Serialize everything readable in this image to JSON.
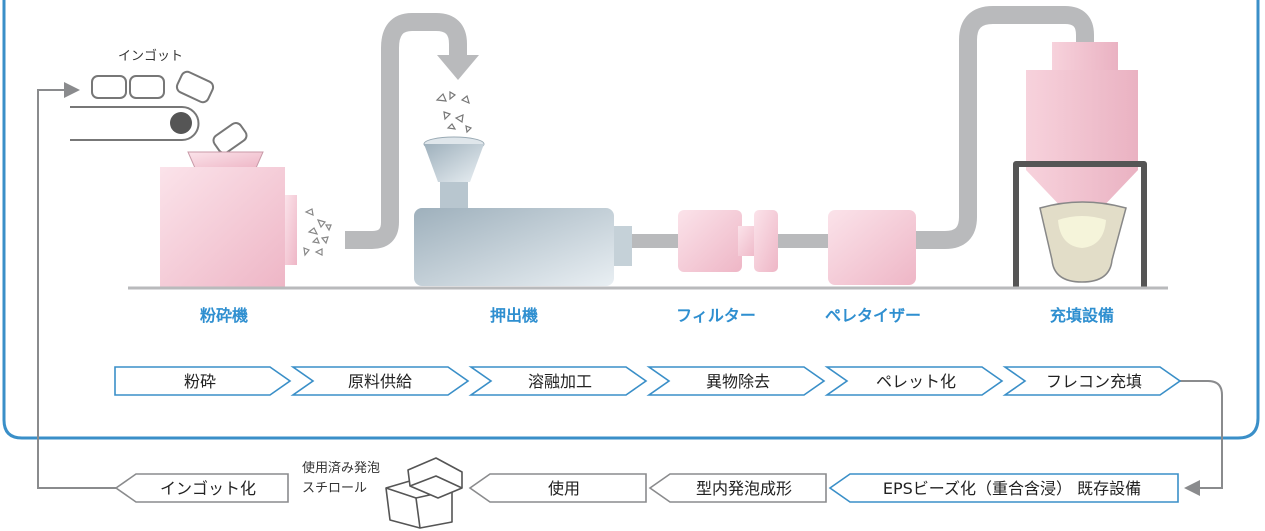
{
  "machines": [
    {
      "id": "crusher",
      "label": "粉砕機"
    },
    {
      "id": "extruder",
      "label": "押出機"
    },
    {
      "id": "filter",
      "label": "フィルター"
    },
    {
      "id": "pelletizer",
      "label": "ペレタイザー"
    },
    {
      "id": "filling",
      "label": "充填設備"
    }
  ],
  "ingot_label": "インゴット",
  "process_steps": [
    "粉砕",
    "原料供給",
    "溶融加工",
    "異物除去",
    "ペレット化",
    "フレコン充填"
  ],
  "lower_steps": {
    "existing": "EPSビーズ化（重合含浸） 既存設備",
    "molding": "型内発泡成形",
    "use": "使用",
    "used_foam_line1": "使用済み発泡",
    "used_foam_line2": "スチロール",
    "ingot": "インゴット化"
  },
  "colors": {
    "accent_blue": "#3a8fc8",
    "machine_pink": "#f2c3cf",
    "pipe_gray": "#b9babc",
    "extruder_blue_gray": "#a9b9c4"
  }
}
